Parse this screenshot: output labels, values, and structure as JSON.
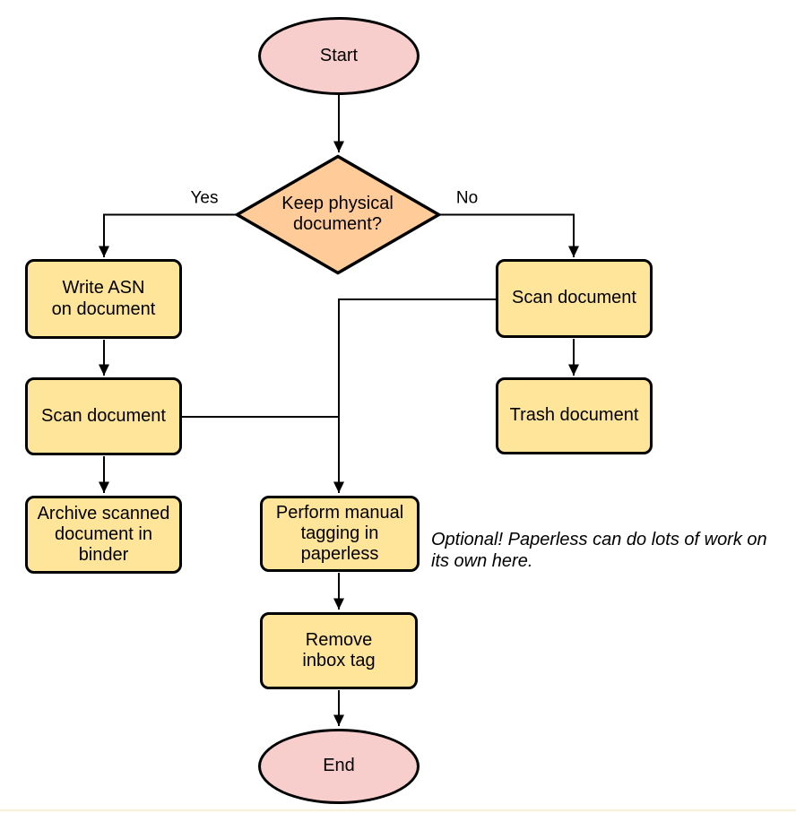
{
  "colors": {
    "background": "#ffffff",
    "stroke": "#000000",
    "terminator_fill": "#f8cecc",
    "decision_fill": "#ffcc99",
    "process_fill": "#ffe599",
    "bottom_edge_line": "#f8f2d4"
  },
  "nodes": {
    "start": "Start",
    "decision": "Keep physical\ndocument?",
    "write_asn": "Write ASN\non document",
    "scan_left": "Scan document",
    "archive": "Archive scanned\ndocument in\nbinder",
    "scan_right": "Scan document",
    "trash": "Trash document",
    "perform_tagging": "Perform manual\ntagging in\npaperless",
    "remove_inbox_tag": "Remove\ninbox tag",
    "end": "End"
  },
  "edge_labels": {
    "yes": "Yes",
    "no": "No"
  },
  "annotation": "Optional! Paperless can do lots of work on its own here."
}
